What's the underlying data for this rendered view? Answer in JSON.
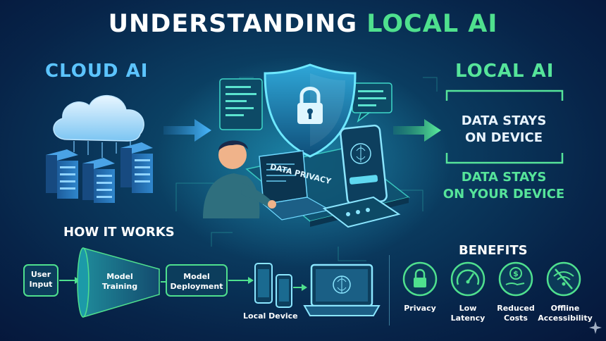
{
  "title": {
    "part1": "UNDERSTANDING",
    "part2": "LOCAL AI"
  },
  "cloud": {
    "title": "CLOUD AI"
  },
  "privacy": {
    "label": "DATA PRIVACY"
  },
  "local": {
    "title": "LOCAL AI",
    "box_line1": "DATA STAYS",
    "box_line2": "ON DEVICE",
    "green_line1": "DATA STAYS",
    "green_line2": "ON YOUR DEVICE"
  },
  "how": {
    "title": "HOW IT WORKS",
    "steps": [
      {
        "line1": "User",
        "line2": "Input"
      },
      {
        "line1": "Model",
        "line2": "Training"
      },
      {
        "line1": "Model",
        "line2": "Deployment"
      }
    ],
    "local_device": "Local Device"
  },
  "benefits": {
    "title": "BENEFITS",
    "items": [
      {
        "line1": "Privacy",
        "line2": "",
        "icon": "lock-icon"
      },
      {
        "line1": "Low",
        "line2": "Latency",
        "icon": "speedometer-icon"
      },
      {
        "line1": "Reduced",
        "line2": "Costs",
        "icon": "dollar-hand-icon"
      },
      {
        "line1": "Offline",
        "line2": "Accessibility",
        "icon": "no-wifi-icon"
      }
    ]
  },
  "colors": {
    "accent_green": "#4fe08e",
    "accent_blue": "#5cc4ff",
    "background": "#0a3b5f"
  }
}
